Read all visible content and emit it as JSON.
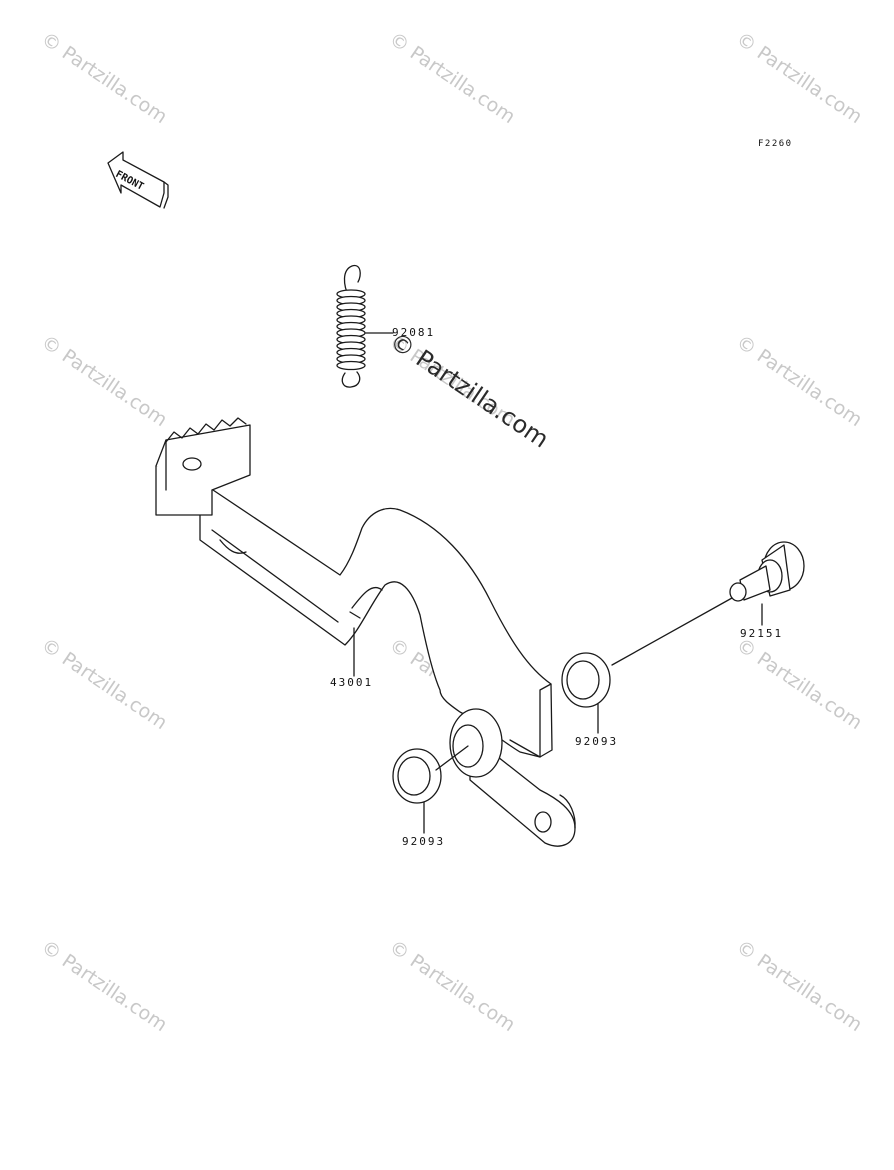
{
  "diagram": {
    "code": "F2260",
    "front_label": "FRONT",
    "parts": [
      {
        "number": "92081",
        "name": "spring"
      },
      {
        "number": "43001",
        "name": "brake-pedal"
      },
      {
        "number": "92151",
        "name": "bolt"
      },
      {
        "number": "92093",
        "name": "seal"
      },
      {
        "number": "92093",
        "name": "seal"
      }
    ]
  },
  "watermark": {
    "text": "© Partzilla.com",
    "color": "#c8c8c8"
  }
}
